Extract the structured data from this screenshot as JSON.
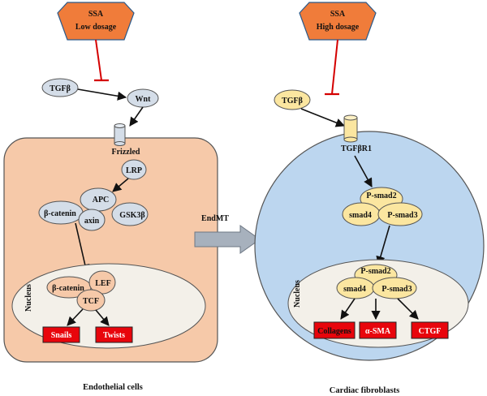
{
  "left_panel": {
    "trigger_line1": "SSA",
    "trigger_line2": "Low dosage",
    "tgfb": "TGFβ",
    "wnt": "Wnt",
    "frizzled": "Frizzled",
    "lrp": "LRP",
    "apc": "APC",
    "beta_catenin": "β-catenin",
    "axin": "axin",
    "gsk3b": "GSK3β",
    "nucleus": "Nucleus",
    "nuc_beta_catenin": "β-catenin",
    "lef": "LEF",
    "tcf": "TCF",
    "snails": "Snails",
    "twists": "Twists",
    "caption": "Endothelial cells"
  },
  "transition": {
    "label": "EndMT"
  },
  "right_panel": {
    "trigger_line1": "SSA",
    "trigger_line2": "High dosage",
    "tgfb": "TGFβ",
    "receptor": "TGFβR1",
    "p_smad2": "P-smad2",
    "smad4": "smad4",
    "p_smad3": "P-smad3",
    "nucleus": "Nucleus",
    "nuc_p_smad2": "P-smad2",
    "nuc_smad4": "smad4",
    "nuc_p_smad3": "P-smad3",
    "collagens": "Collagens",
    "a_sma": "α-SMA",
    "ctgf": "CTGF",
    "caption": "Cardiac fibroblasts"
  },
  "colors": {
    "trigger_fill": "#f07c3a",
    "inhibition": "#d40000",
    "endothelial_cell": "#f6c9a9",
    "fibroblast_cell": "#bcd6ef",
    "nucleus_fill": "#f3f0e9",
    "left_node_fill": "#d4dde8",
    "right_node_fill": "#fbe6a0",
    "target_box_fill": "#e8050c",
    "arrow_block_fill": "#a7b1bd"
  }
}
